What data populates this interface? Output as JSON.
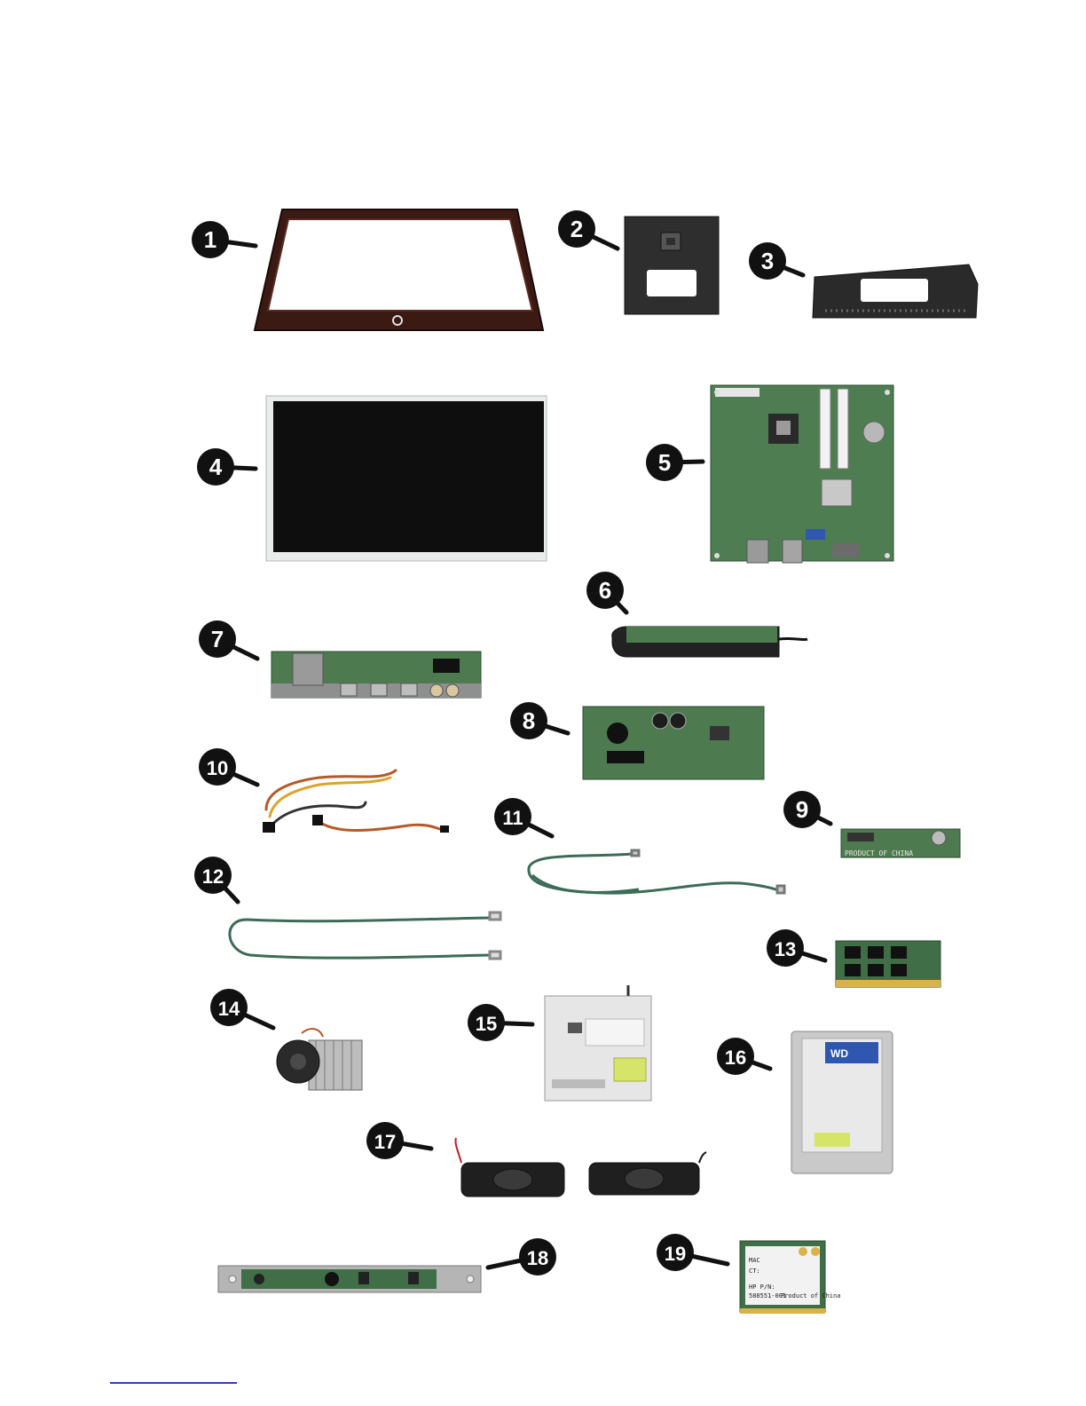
{
  "callouts": [
    {
      "id": 1,
      "label": "1"
    },
    {
      "id": 2,
      "label": "2"
    },
    {
      "id": 3,
      "label": "3"
    },
    {
      "id": 4,
      "label": "4"
    },
    {
      "id": 5,
      "label": "5"
    },
    {
      "id": 6,
      "label": "6"
    },
    {
      "id": 7,
      "label": "7"
    },
    {
      "id": 8,
      "label": "8"
    },
    {
      "id": 9,
      "label": "9"
    },
    {
      "id": 10,
      "label": "10"
    },
    {
      "id": 11,
      "label": "11"
    },
    {
      "id": 12,
      "label": "12"
    },
    {
      "id": 13,
      "label": "13"
    },
    {
      "id": 14,
      "label": "14"
    },
    {
      "id": 15,
      "label": "15"
    },
    {
      "id": 16,
      "label": "16"
    },
    {
      "id": 17,
      "label": "17"
    },
    {
      "id": 18,
      "label": "18"
    },
    {
      "id": 19,
      "label": "19"
    }
  ],
  "printed_text": {
    "board9_text": "PRODUCT OF CHINA",
    "wlan_mac": "MAC",
    "wlan_ct": "CT:",
    "wlan_hp_pn": "HP P/N:",
    "wlan_spare": "588551-001",
    "wlan_origin": "Product of China",
    "hdd_brand": "WD"
  },
  "colors": {
    "callout_fill": "#111111",
    "pcb_green": "#4e7a50",
    "bezel": "#3a1a14",
    "footer_rule": "#2f3fbf"
  }
}
